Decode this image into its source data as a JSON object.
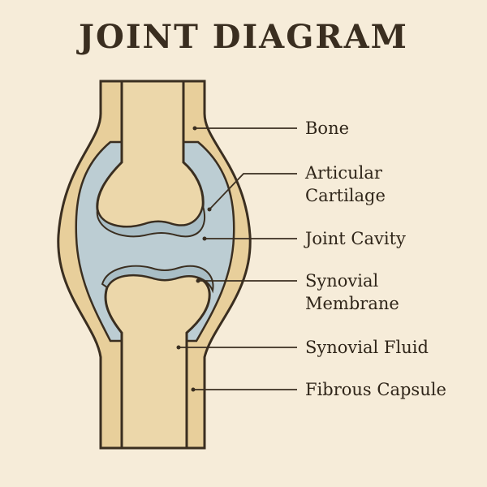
{
  "title": "JOINT DIAGRAM",
  "labels": {
    "bone": "Bone",
    "articular_cartilage": [
      "Articular",
      "Cartilage"
    ],
    "joint_cavity": "Joint Cavity",
    "synovial_membrane": [
      "Synovial",
      "Membrane"
    ],
    "synovial_fluid": "Synovial Fluid",
    "fibrous_capsule": "Fibrous Capsule"
  },
  "colors": {
    "background": "#f6ecd9",
    "bone": "#ecd7aa",
    "capsule": "#e8cf9b",
    "synovial": "#bccdd3",
    "outline": "#3a2e20"
  }
}
